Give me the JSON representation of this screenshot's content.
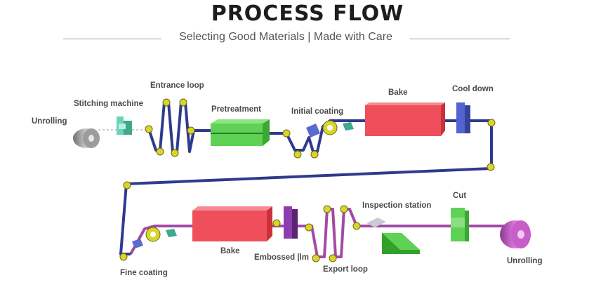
{
  "header": {
    "title": "PROCESS FLOW",
    "subtitle": "Selecting Good Materials  |  Made with Care"
  },
  "labels": {
    "unrolling_in": "Unrolling",
    "stitching": "Stitching machine",
    "entrance_loop": "Entrance loop",
    "pretreatment": "Pretreatment",
    "initial_coating": "Initial coating",
    "bake_top": "Bake",
    "cool_down": "Cool down",
    "fine_coating": "Fine coating",
    "bake_bottom": "Bake",
    "embossed": "Embossed |lm",
    "export_loop": "Export loop",
    "inspection": "Inspection station",
    "cut": "Cut",
    "unrolling_out": "Unrolling"
  },
  "colors": {
    "navy_strip": "#2f3a8f",
    "purple_strip": "#a24aa6",
    "bake": "#e8414c",
    "pretreatment": "#4fc345",
    "cool_down": "#4050b8",
    "embossed": "#7b2d99",
    "roller": "#d9d52a"
  }
}
